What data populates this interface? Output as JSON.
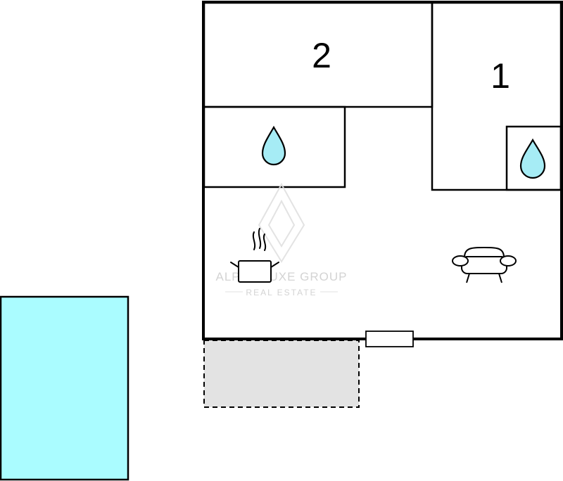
{
  "floorplan": {
    "rooms": [
      {
        "id": "bedroom-2",
        "label": "2"
      },
      {
        "id": "bedroom-1",
        "label": "1"
      }
    ],
    "icons": {
      "bathroom_large": "water-drop-icon",
      "bathroom_small": "water-drop-icon",
      "kitchen": "cooking-pot-icon",
      "living": "armchair-icon"
    },
    "watermark": {
      "line1": "ALPHA LUXE GROUP",
      "line2": "REAL ESTATE"
    },
    "colors": {
      "pool": "#aafcff",
      "terrace": "#e3e3e3",
      "water_drop": "#a6ecf5",
      "wall": "#000000"
    }
  }
}
